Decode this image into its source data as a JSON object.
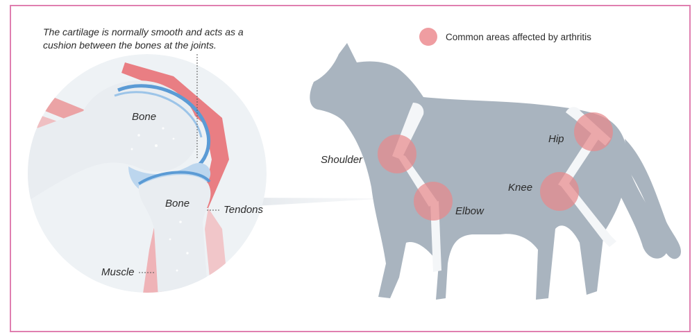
{
  "caption": "The cartilage is normally smooth and acts as a cushion between the bones at the joints.",
  "legend": {
    "label": "Common areas affected by arthritis",
    "color": "#ef8f93"
  },
  "inset_labels": {
    "bone_top": "Bone",
    "bone_bottom": "Bone",
    "tendons": "Tendons",
    "muscle": "Muscle"
  },
  "joint_labels": {
    "shoulder": "Shoulder",
    "elbow": "Elbow",
    "hip": "Hip",
    "knee": "Knee"
  },
  "colors": {
    "frame": "#e07fb0",
    "cat": "#a9b4bf",
    "cartilage": "#5b9bd5",
    "muscle": "#e86a6e",
    "bone": "#e9edf1",
    "inset_bg": "#eef2f5"
  }
}
